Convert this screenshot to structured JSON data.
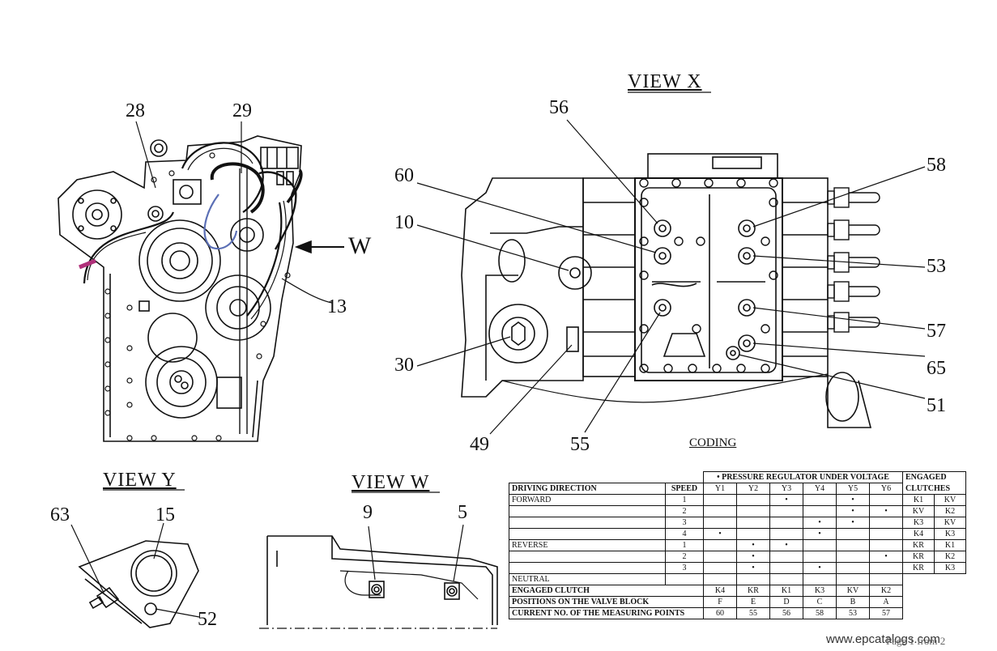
{
  "views": {
    "x": "VIEW   X",
    "y": "VIEW   Y",
    "w": "VIEW   W",
    "arrow_w": "W"
  },
  "callouts": {
    "c28": "28",
    "c29": "29",
    "c13": "13",
    "c56": "56",
    "c60": "60",
    "c10": "10",
    "c30": "30",
    "c49": "49",
    "c55": "55",
    "c58": "58",
    "c53": "53",
    "c57": "57",
    "c65": "65",
    "c51": "51",
    "c63": "63",
    "c15": "15",
    "c52": "52",
    "c9": "9",
    "c5": "5"
  },
  "coding_title": "CODING",
  "table": {
    "header_pressure": "• PRESSURE REGULATOR UNDER VOLTAGE",
    "header_engaged_1": "ENGAGED",
    "header_engaged_2": "CLUTCHES",
    "col_direction": "DRIVING DIRECTION",
    "col_speed": "SPEED",
    "y_cols": [
      "Y1",
      "Y2",
      "Y3",
      "Y4",
      "Y5",
      "Y6"
    ],
    "dot": "•",
    "rows": [
      {
        "dir": "FORWARD",
        "speed": "1",
        "dots": [
          0,
          0,
          1,
          0,
          1,
          0
        ],
        "k": [
          "K1",
          "KV"
        ]
      },
      {
        "dir": "",
        "speed": "2",
        "dots": [
          0,
          0,
          0,
          0,
          1,
          1
        ],
        "k": [
          "KV",
          "K2"
        ]
      },
      {
        "dir": "",
        "speed": "3",
        "dots": [
          0,
          0,
          0,
          1,
          1,
          0
        ],
        "k": [
          "K3",
          "KV"
        ]
      },
      {
        "dir": "",
        "speed": "4",
        "dots": [
          1,
          0,
          0,
          1,
          0,
          0
        ],
        "k": [
          "K4",
          "K3"
        ]
      },
      {
        "dir": "REVERSE",
        "speed": "1",
        "dots": [
          0,
          1,
          1,
          0,
          0,
          0
        ],
        "k": [
          "KR",
          "K1"
        ]
      },
      {
        "dir": "",
        "speed": "2",
        "dots": [
          0,
          1,
          0,
          0,
          0,
          1
        ],
        "k": [
          "KR",
          "K2"
        ]
      },
      {
        "dir": "",
        "speed": "3",
        "dots": [
          0,
          1,
          0,
          1,
          0,
          0
        ],
        "k": [
          "KR",
          "K3"
        ]
      },
      {
        "dir": "NEUTRAL",
        "speed": "",
        "dots": [
          0,
          0,
          0,
          0,
          0,
          0
        ],
        "k": null
      }
    ],
    "engaged_clutch": {
      "label": "ENGAGED CLUTCH",
      "values": [
        "K4",
        "KR",
        "K1",
        "K3",
        "KV",
        "K2"
      ]
    },
    "positions": {
      "label": "POSITIONS ON THE VALVE BLOCK",
      "values": [
        "F",
        "E",
        "D",
        "C",
        "B",
        "A"
      ]
    },
    "current": {
      "label": "CURRENT NO. OF THE MEASURING POINTS",
      "values": [
        "60",
        "55",
        "56",
        "58",
        "53",
        "57"
      ]
    }
  },
  "watermark": "www.epcatalogs.com",
  "page_footer": "Page 1 from 2"
}
